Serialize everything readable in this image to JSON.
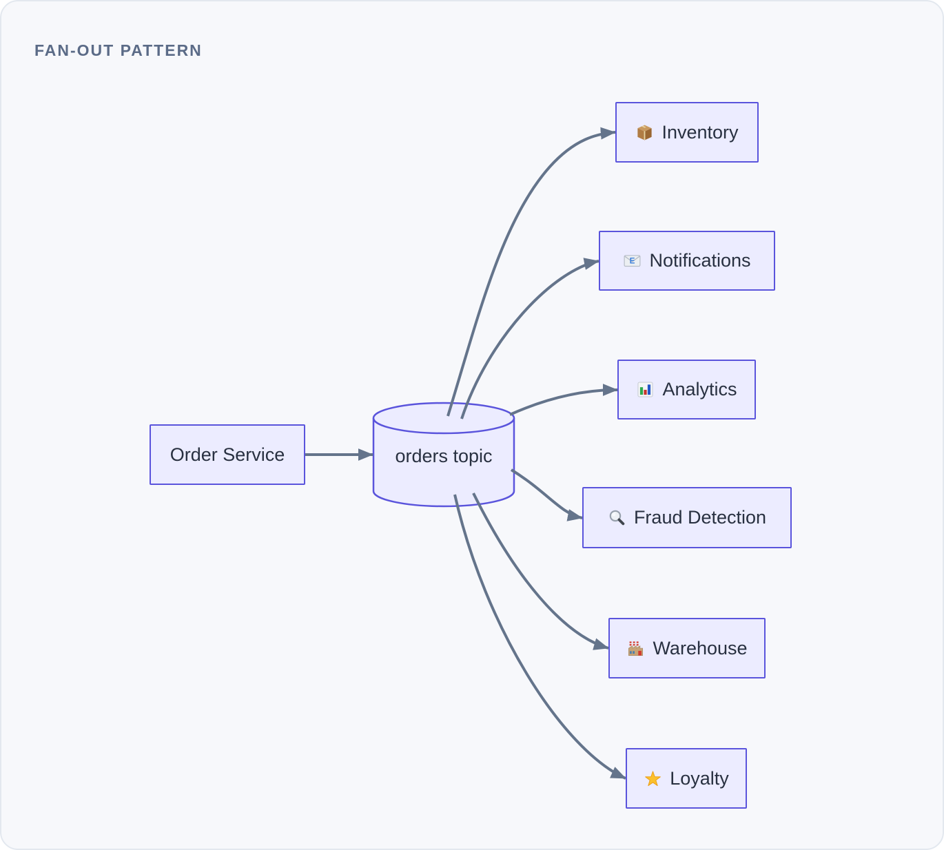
{
  "title": "FAN-OUT PATTERN",
  "diagram": {
    "source": {
      "label": "Order Service"
    },
    "topic": {
      "label": "orders topic",
      "shape": "cylinder"
    },
    "targets": [
      {
        "label": "Inventory",
        "icon": "package-icon",
        "emoji": "📦"
      },
      {
        "label": "Notifications",
        "icon": "email-icon",
        "emoji": "📧"
      },
      {
        "label": "Analytics",
        "icon": "bar-chart-icon",
        "emoji": "📊"
      },
      {
        "label": "Fraud Detection",
        "icon": "magnifying-glass-icon",
        "emoji": "🔍"
      },
      {
        "label": "Warehouse",
        "icon": "factory-icon",
        "emoji": "🏭"
      },
      {
        "label": "Loyalty",
        "icon": "star-icon",
        "emoji": "⭐"
      }
    ]
  },
  "colors": {
    "canvas_bg": "#f7f8fb",
    "card_border": "#e3e8ef",
    "node_fill": "#ececff",
    "node_border": "#5a54dc",
    "edge": "#64748b",
    "text": "#283040",
    "title": "#5b6b87"
  }
}
